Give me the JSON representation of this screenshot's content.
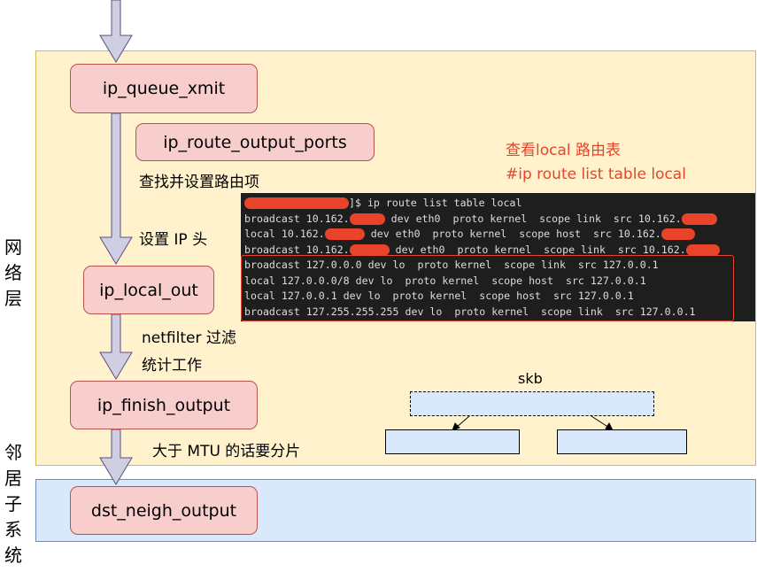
{
  "layers": {
    "network": "网络层",
    "neighbor": "邻居子系统"
  },
  "functions": {
    "ip_queue_xmit": "ip_queue_xmit",
    "ip_route_output_ports": "ip_route_output_ports",
    "ip_local_out": "ip_local_out",
    "ip_finish_output": "ip_finish_output",
    "dst_neigh_output": "dst_neigh_output"
  },
  "annotations": {
    "route_lookup": "查找并设置路由项",
    "set_ip_header": "设置 IP 头",
    "netfilter_1": "netfilter 过滤",
    "netfilter_2": "统计工作",
    "fragment": "大于 MTU 的话要分片",
    "local_table_title": "查看local 路由表",
    "local_table_cmd": "#ip route list table local",
    "skb": "skb"
  },
  "terminal": {
    "prompt": "]$ ip route list table local",
    "lines": [
      {
        "a": "broadcast 10.162.",
        "b": " dev eth0  proto kernel  scope link  src 10.162."
      },
      {
        "a": "local 10.162.",
        "b": " dev eth0  proto kernel  scope host  src 10.162."
      },
      {
        "a": "broadcast 10.162.",
        "b": " dev eth0  proto kernel  scope link  src 10.162."
      },
      {
        "a": "broadcast 127.0.0.0 dev lo  proto kernel  scope link  src 127.0.0.1"
      },
      {
        "a": "local 127.0.0.0/8 dev lo  proto kernel  scope host  src 127.0.0.1"
      },
      {
        "a": "local 127.0.0.1 dev lo  proto kernel  scope host  src 127.0.0.1"
      },
      {
        "a": "broadcast 127.255.255.255 dev lo  proto kernel  scope link  src 127.0.0.1"
      }
    ]
  },
  "colors": {
    "accent_red": "#e8442a",
    "function_fill": "#f8cecc",
    "network_layer": "#fff2cc",
    "neighbor_layer": "#dae8fc"
  }
}
